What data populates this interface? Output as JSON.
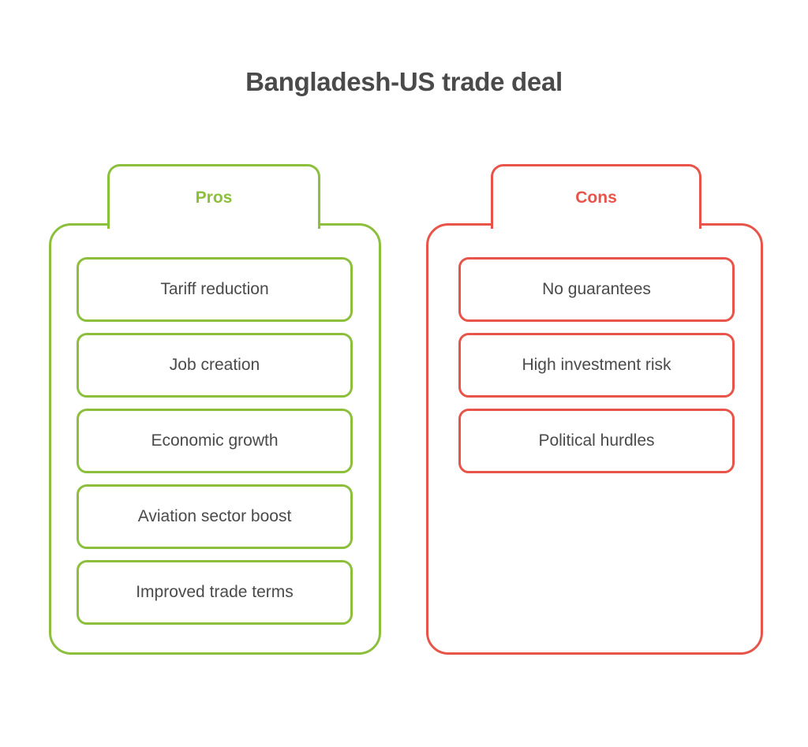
{
  "title": "Bangladesh-US trade deal",
  "colors": {
    "background": "#ffffff",
    "title_text": "#4a4a4a",
    "item_text": "#4a4a4a",
    "pros_accent": "#8cc03c",
    "cons_accent": "#e8544a"
  },
  "chart_data": {
    "type": "table",
    "title": "Bangladesh-US trade deal",
    "categories": [
      "Pros",
      "Cons"
    ],
    "series": [
      {
        "name": "Pros",
        "color": "#8cc03c",
        "values": [
          "Tariff reduction",
          "Job creation",
          "Economic growth",
          "Aviation sector boost",
          "Improved trade terms"
        ]
      },
      {
        "name": "Cons",
        "color": "#e8544a",
        "values": [
          "No guarantees",
          "High investment risk",
          "Political hurdles"
        ]
      }
    ],
    "legend": "none",
    "grid": false
  },
  "columns": [
    {
      "heading": "Pros",
      "accent": "#8cc03c",
      "items": [
        {
          "label": "Tariff reduction"
        },
        {
          "label": "Job creation"
        },
        {
          "label": "Economic growth"
        },
        {
          "label": "Aviation sector boost"
        },
        {
          "label": "Improved trade terms"
        }
      ]
    },
    {
      "heading": "Cons",
      "accent": "#e8544a",
      "items": [
        {
          "label": "No guarantees"
        },
        {
          "label": "High investment risk"
        },
        {
          "label": "Political hurdles"
        }
      ]
    }
  ]
}
